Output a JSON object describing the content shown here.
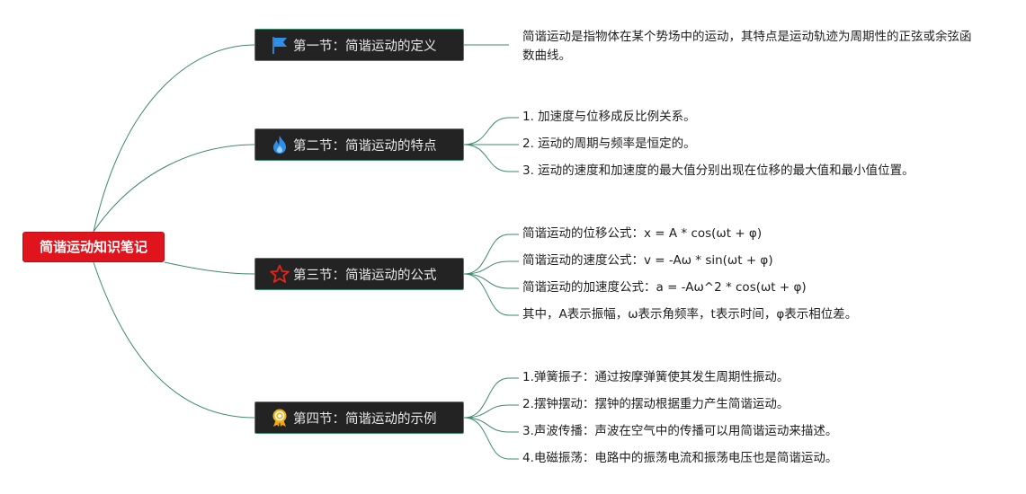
{
  "root": {
    "label": "简谐运动知识笔记",
    "color": "#e0141c"
  },
  "sections": [
    {
      "icon": "flag-icon",
      "label": "第一节：简谐运动的定义",
      "items": [
        "简谐运动是指物体在某个势场中的运动，其特点是运动轨迹为周期性的正弦或余弦函数曲线。"
      ]
    },
    {
      "icon": "fire-icon",
      "label": "第二节：简谐运动的特点",
      "items": [
        "1. 加速度与位移成反比例关系。",
        "2. 运动的周期与频率是恒定的。",
        "3. 运动的速度和加速度的最大值分别出现在位移的最大值和最小值位置。"
      ]
    },
    {
      "icon": "star-icon",
      "label": "第三节：简谐运动的公式",
      "items": [
        "简谐运动的位移公式：x = A * cos(ωt + φ)",
        "简谐运动的速度公式：v = -Aω * sin(ωt + φ)",
        "简谐运动的加速度公式：a = -Aω^2 * cos(ωt + φ)",
        "其中，A表示振幅，ω表示角频率，t表示时间，φ表示相位差。"
      ]
    },
    {
      "icon": "award-medal-icon",
      "label": "第四节：简谐运动的示例",
      "items": [
        "1.弹簧振子：通过按摩弹簧使其发生周期性振动。",
        "2.摆钟摆动：摆钟的摆动根据重力产生简谐运动。",
        "3.声波传播：声波在空气中的传播可以用简谐运动来描述。",
        "4.电磁振荡：电路中的振荡电流和振荡电压也是简谐运动。"
      ]
    }
  ],
  "colors": {
    "line": "#3d8a6c",
    "node_bg": "#232323",
    "root_bg": "#e0141c"
  }
}
